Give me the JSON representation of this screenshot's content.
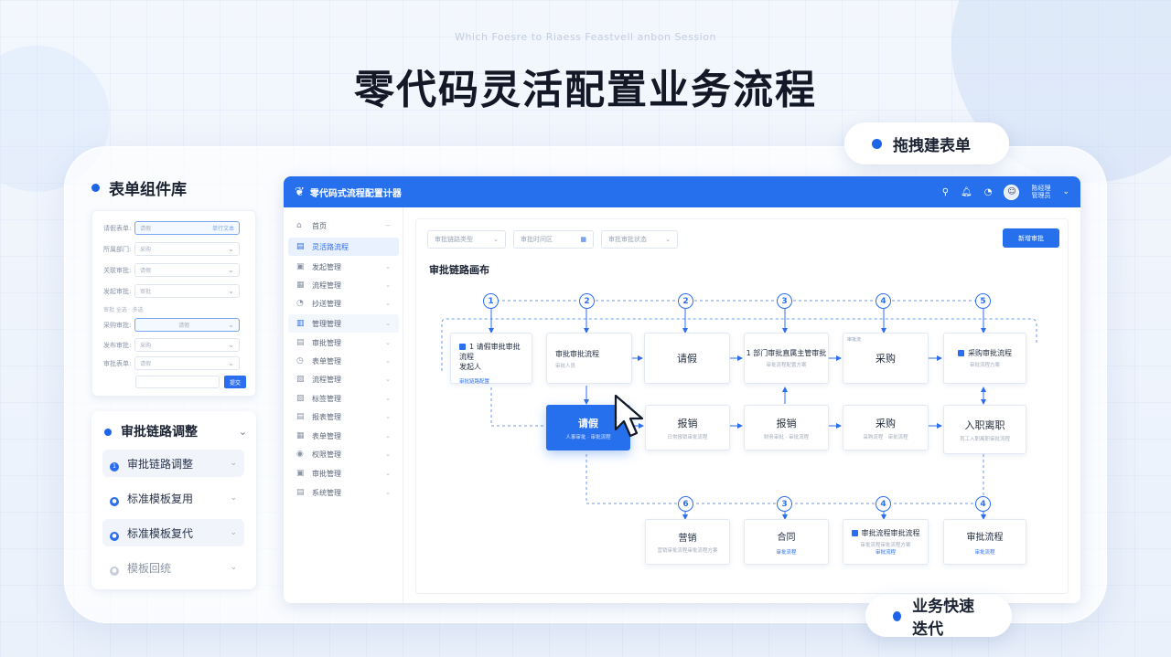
{
  "hero": {
    "subtitle": "Which Foesre to Riaess Feastvell anbon Session",
    "title": "零代码灵活配置业务流程"
  },
  "pills": {
    "top": "拖拽建表单",
    "bottom": "业务快速迭代"
  },
  "library": {
    "title": "表单组件库",
    "rows": [
      {
        "label": "请假表单:",
        "value": "请假",
        "extra": "单行文本"
      },
      {
        "label": "所属部门:",
        "value": "采购"
      },
      {
        "label": "关联审批:",
        "value": "请假"
      },
      {
        "label": "发起审批:",
        "value": "审批"
      },
      {
        "label": "采购审批:",
        "value": "请假"
      },
      {
        "label": "发布审批:",
        "value": "采购"
      },
      {
        "label": "审批表单:",
        "value": "请假"
      }
    ],
    "caption": "审批  全选 · 多选",
    "submit": "提交"
  },
  "adjust": {
    "title": "审批链路调整",
    "items": [
      {
        "label": "审批链路调整"
      },
      {
        "label": "标准模板复用"
      },
      {
        "label": "标准模板复代"
      },
      {
        "label": "模板回统"
      }
    ]
  },
  "app": {
    "title": "零代码式流程配置计器",
    "user": "陈经理",
    "user_sub": "管理员",
    "sidebar": [
      {
        "label": "首页",
        "icon": "⌂"
      },
      {
        "label": "灵活路流程",
        "icon": "▤"
      },
      {
        "label": "发起管理",
        "icon": "▣"
      },
      {
        "label": "流程管理",
        "icon": "▦"
      },
      {
        "label": "抄送管理",
        "icon": "◔"
      },
      {
        "label": "管理管理",
        "icon": "▥"
      },
      {
        "label": "审批管理",
        "icon": "▤"
      },
      {
        "label": "表单管理",
        "icon": "◷"
      },
      {
        "label": "流程管理",
        "icon": "▧"
      },
      {
        "label": "标签管理",
        "icon": "▨"
      },
      {
        "label": "报表管理",
        "icon": "▤"
      },
      {
        "label": "表单管理",
        "icon": "▦"
      },
      {
        "label": "权限管理",
        "icon": "◉"
      },
      {
        "label": "审批管理",
        "icon": "▣"
      },
      {
        "label": "系统管理",
        "icon": "▤"
      }
    ],
    "filters": {
      "process": "审批链路类型",
      "date": "审批时间区",
      "status": "审批审批状态"
    },
    "new_button": "新增审批",
    "canvas_title": "审批链路画布",
    "badges": [
      "1",
      "2",
      "2",
      "3",
      "4",
      "5",
      "6",
      "3",
      "4",
      "4"
    ],
    "nodes": {
      "n1": {
        "title": "1 请假审批审批流程",
        "sub": "发起人",
        "link": "审批链路配置"
      },
      "n2": {
        "title": "审批审批流程",
        "sub": "审批人员"
      },
      "n3": {
        "title": "请假"
      },
      "n4": {
        "title": "1 部门审批直属主管审批",
        "sub": "审批流程配置方案"
      },
      "n5": {
        "title": "采购",
        "tag": "审批流"
      },
      "n6": {
        "title": "采购审批流程",
        "sub": "审批流程方案"
      },
      "n7": {
        "title": "请假",
        "sub": "人事审批 · 审批流程"
      },
      "n8": {
        "title": "报销",
        "sub": "日常报销审批流程"
      },
      "n9": {
        "title": "报销",
        "sub": "财务审批 · 审批流程"
      },
      "n10": {
        "title": "采购",
        "sub": "采购流程 · 审批流程"
      },
      "n11": {
        "title": "入职离职",
        "sub": "员工入职离职审批流程"
      },
      "n12": {
        "title": "营销",
        "sub": "营销审批流程审批流程方案"
      },
      "n13": {
        "title": "合同",
        "link": "审批流程"
      },
      "n14": {
        "title": "审批流程审批流程",
        "sub": "审批流程审批流程方案",
        "link": "审批流程"
      },
      "n15": {
        "title": "审批流程",
        "link": "审批流程"
      }
    }
  }
}
